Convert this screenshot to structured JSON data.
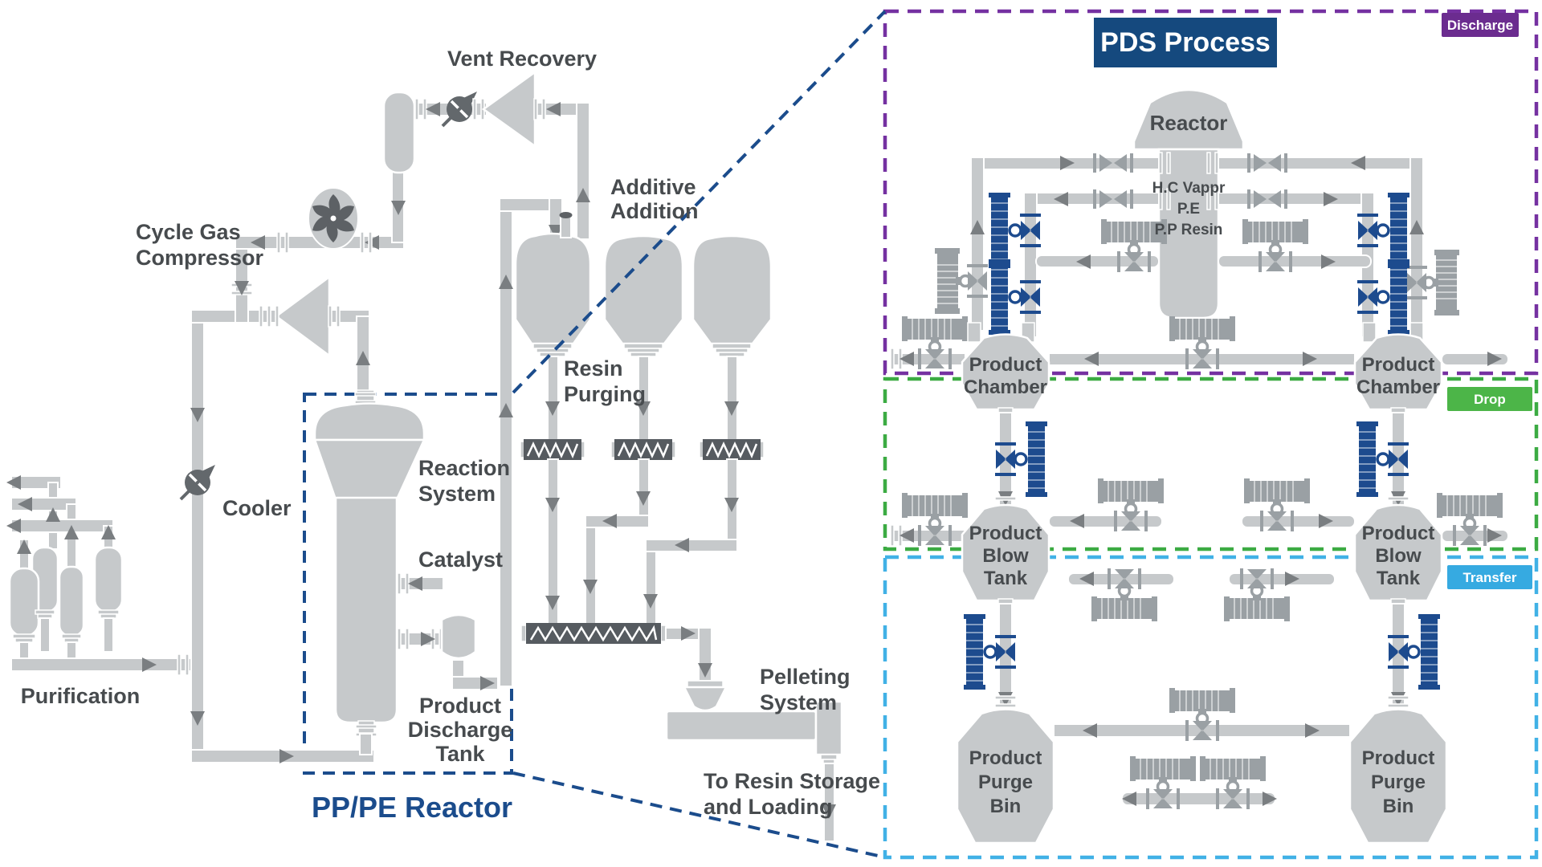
{
  "title": {
    "pds_process": "PDS Process"
  },
  "badges": {
    "discharge": "Discharge",
    "drop": "Drop",
    "transfer": "Transfer"
  },
  "labels": {
    "vent_recovery": "Vent Recovery",
    "cycle_gas_compressor": [
      "Cycle Gas",
      "Compressor"
    ],
    "cooler": "Cooler",
    "purification": "Purification",
    "reaction_system": [
      "Reaction",
      "System"
    ],
    "catalyst": "Catalyst",
    "product_discharge_tank": [
      "Product",
      "Discharge",
      "Tank"
    ],
    "pp_pe_reactor": "PP/PE Reactor",
    "additive_addition": [
      "Additive",
      "Addition"
    ],
    "resin_purging": [
      "Resin",
      "Purging"
    ],
    "pelleting_system": [
      "Pelleting",
      "System"
    ],
    "to_resin_storage": [
      "To Resin Storage",
      "and Loading"
    ]
  },
  "pds": {
    "reactor": "Reactor",
    "reactor_contents": [
      "H.C Vappr",
      "P.E",
      "P.P Resin"
    ],
    "product_chamber": [
      "Product",
      "Chamber"
    ],
    "product_blow_tank": [
      "Product",
      "Blow",
      "Tank"
    ],
    "product_purge_bin": [
      "Product",
      "Purge",
      "Bin"
    ]
  },
  "colors": {
    "pipe": "#c6c9cb",
    "valve_gray": "#9aa0a4",
    "valve_blue": "#1d4b8e",
    "arrow": "#7a7e81",
    "conveyor": "#565b60",
    "label_text": "#474b4e",
    "navy": "#1b4c8c",
    "title_bg": "#15497e",
    "purple_badge": "#6b2c8f",
    "purple_dash": "#7531a1",
    "green_badge": "#4cb548",
    "green_dash": "#3cab43",
    "cyan_badge": "#36aae1",
    "cyan_dash": "#41b1e6"
  }
}
